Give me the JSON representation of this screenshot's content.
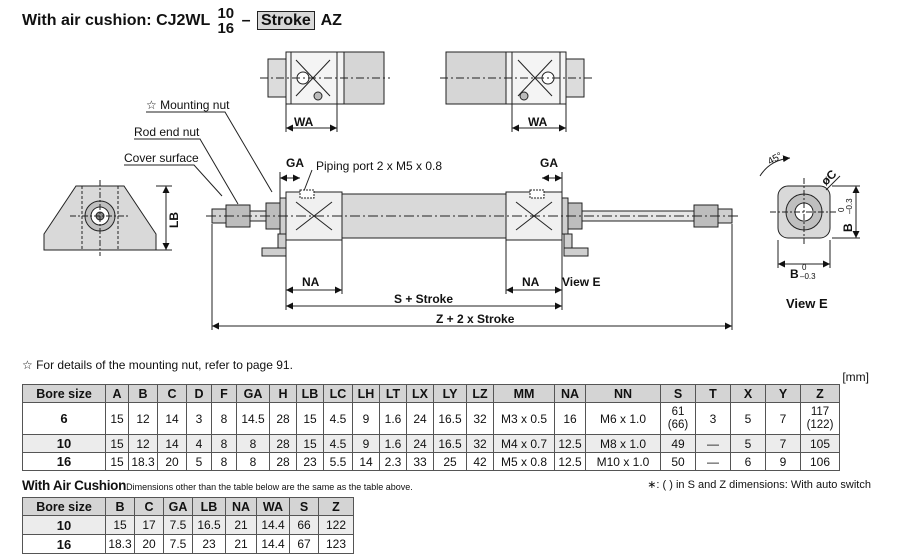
{
  "title": {
    "prefix": "With air cushion: CJ2WL",
    "bore_top": "10",
    "bore_bottom": "16",
    "dash": "–",
    "stroke_box": "Stroke",
    "suffix": "AZ"
  },
  "drawing": {
    "labels": {
      "mounting_nut": "☆ Mounting nut",
      "rod_end_nut": "Rod end nut",
      "cover_surface": "Cover surface",
      "piping_port": "Piping port 2 x M5 x 0.8",
      "ga": "GA",
      "wa": "WA",
      "lb": "LB",
      "na": "NA",
      "view_e_arrow": "View E",
      "s_stroke": "S + Stroke",
      "z_stroke": "Z + 2 x Stroke",
      "angle": "45°",
      "phi_c": "øC",
      "b": "B",
      "tol_upper": "0",
      "tol_lower": "–0.3",
      "view_e": "View E"
    }
  },
  "note": "☆ For details of the mounting nut, refer to page 91.",
  "unit": "[mm]",
  "main_table": {
    "headers": [
      "Bore size",
      "A",
      "B",
      "C",
      "D",
      "F",
      "GA",
      "H",
      "LB",
      "LC",
      "LH",
      "LT",
      "LX",
      "LY",
      "LZ",
      "MM",
      "NA",
      "NN",
      "S",
      "T",
      "X",
      "Y",
      "Z"
    ],
    "rows": [
      [
        "6",
        "15",
        "12",
        "14",
        "3",
        "8",
        "14.5",
        "28",
        "15",
        "4.5",
        "9",
        "1.6",
        "24",
        "16.5",
        "32",
        "M3 x 0.5",
        "16",
        "M6 x 1.0",
        "61",
        "3",
        "5",
        "7",
        "117"
      ],
      [
        "10",
        "15",
        "12",
        "14",
        "4",
        "8",
        "8",
        "28",
        "15",
        "4.5",
        "9",
        "1.6",
        "24",
        "16.5",
        "32",
        "M4 x 0.7",
        "12.5",
        "M8 x 1.0",
        "49",
        "—",
        "5",
        "7",
        "105"
      ],
      [
        "16",
        "15",
        "18.3",
        "20",
        "5",
        "8",
        "8",
        "28",
        "23",
        "5.5",
        "14",
        "2.3",
        "33",
        "25",
        "42",
        "M5 x 0.8",
        "12.5",
        "M10 x 1.0",
        "50",
        "—",
        "6",
        "9",
        "106"
      ]
    ],
    "row6_s_extra": "(66)",
    "row6_z_extra": "(122)"
  },
  "cushion": {
    "title": "With Air Cushion",
    "subtitle": "Dimensions other than the table below are the same as the table above.",
    "headers": [
      "Bore size",
      "B",
      "C",
      "GA",
      "LB",
      "NA",
      "WA",
      "S",
      "Z"
    ],
    "rows": [
      [
        "10",
        "15",
        "17",
        "7.5",
        "16.5",
        "21",
        "14.4",
        "66",
        "122"
      ],
      [
        "16",
        "18.3",
        "20",
        "7.5",
        "23",
        "21",
        "14.4",
        "67",
        "123"
      ]
    ]
  },
  "footnote": "∗: ( ) in S and Z dimensions: With auto switch"
}
